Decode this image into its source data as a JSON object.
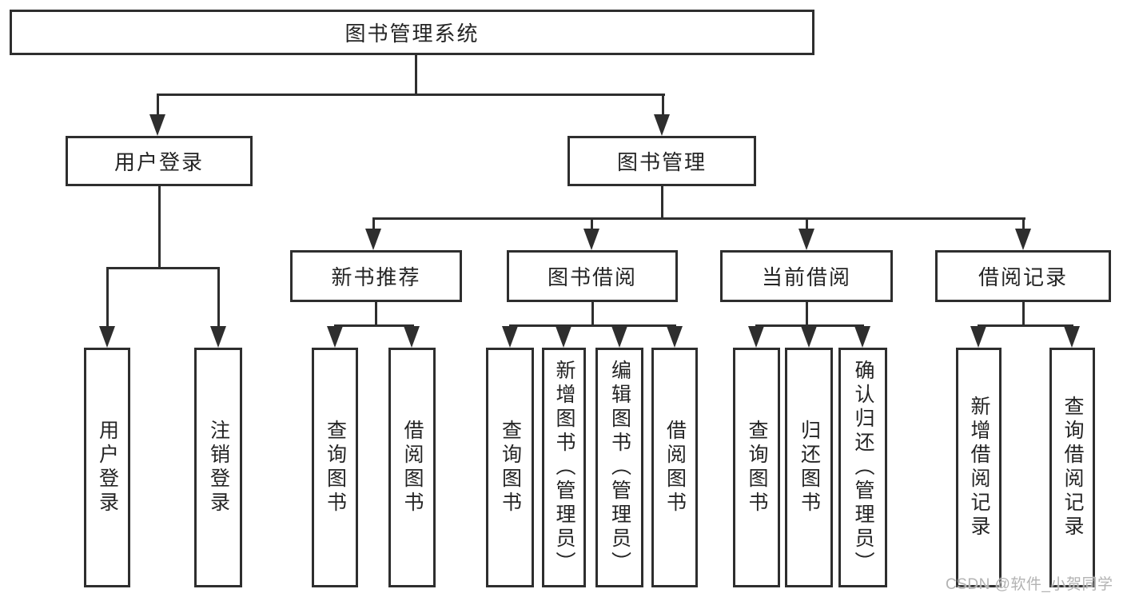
{
  "diagram_title": "图书管理系统",
  "nodes": {
    "root": "图书管理系统",
    "l2": [
      "用户登录",
      "图书管理"
    ],
    "l3": [
      "新书推荐",
      "图书借阅",
      "当前借阅",
      "借阅记录"
    ],
    "leaves": [
      "用户登录",
      "注销登录",
      "查询图书",
      "借阅图书",
      "查询图书",
      "新增图书（管理员）",
      "编辑图书（管理员）",
      "借阅图书",
      "查询图书",
      "归还图书",
      "确认归还（管理员）",
      "新增借阅记录",
      "查询借阅记录"
    ]
  },
  "hierarchy": {
    "图书管理系统": [
      "用户登录",
      "图书管理"
    ],
    "用户登录": [
      "用户登录",
      "注销登录"
    ],
    "图书管理": [
      "新书推荐",
      "图书借阅",
      "当前借阅",
      "借阅记录"
    ],
    "新书推荐": [
      "查询图书",
      "借阅图书"
    ],
    "图书借阅": [
      "查询图书",
      "新增图书（管理员）",
      "编辑图书（管理员）",
      "借阅图书"
    ],
    "当前借阅": [
      "查询图书",
      "归还图书",
      "确认归还（管理员）"
    ],
    "借阅记录": [
      "新增借阅记录",
      "查询借阅记录"
    ]
  },
  "watermark": "CSDN @软件_小贺同学",
  "colors": {
    "line": "#2e2e2e",
    "text": "#242424",
    "watermark": "#b3b3b3",
    "background": "#ffffff"
  }
}
